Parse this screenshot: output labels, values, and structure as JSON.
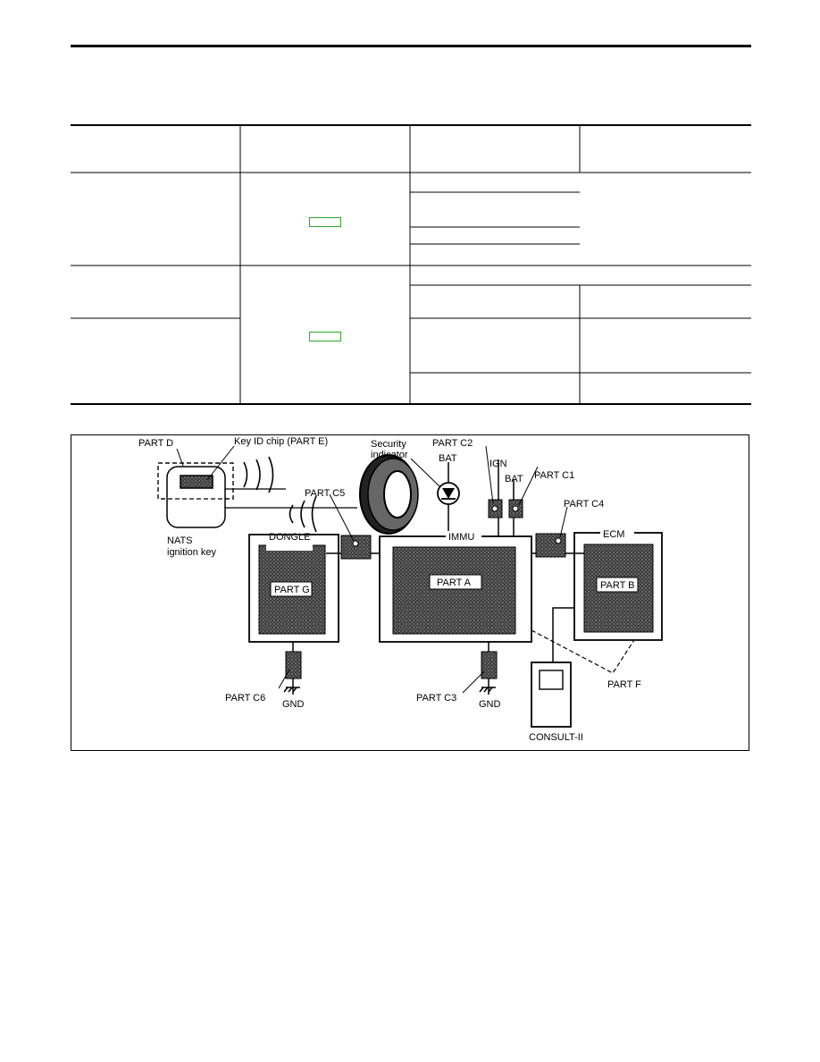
{
  "diagram": {
    "labels": {
      "part_d": "PART D",
      "key_id_chip": "Key ID chip (PART E)",
      "security_indicator_line1": "Security",
      "security_indicator_line2": "indicator",
      "bat_security": "BAT",
      "part_c2": "PART C2",
      "ign": "IGN",
      "bat_immu": "BAT",
      "part_c1": "PART C1",
      "part_c5": "PART C5",
      "part_c4": "PART C4",
      "nats_line1": "NATS",
      "nats_line2": "ignition key",
      "dongle": "DONGLE",
      "immu": "IMMU",
      "ecm": "ECM",
      "part_g": "PART G",
      "part_a": "PART A",
      "part_b": "PART B",
      "part_c6": "PART C6",
      "gnd_left": "GND",
      "part_c3": "PART C3",
      "gnd_right": "GND",
      "part_f": "PART F",
      "consult": "CONSULT-II"
    }
  }
}
